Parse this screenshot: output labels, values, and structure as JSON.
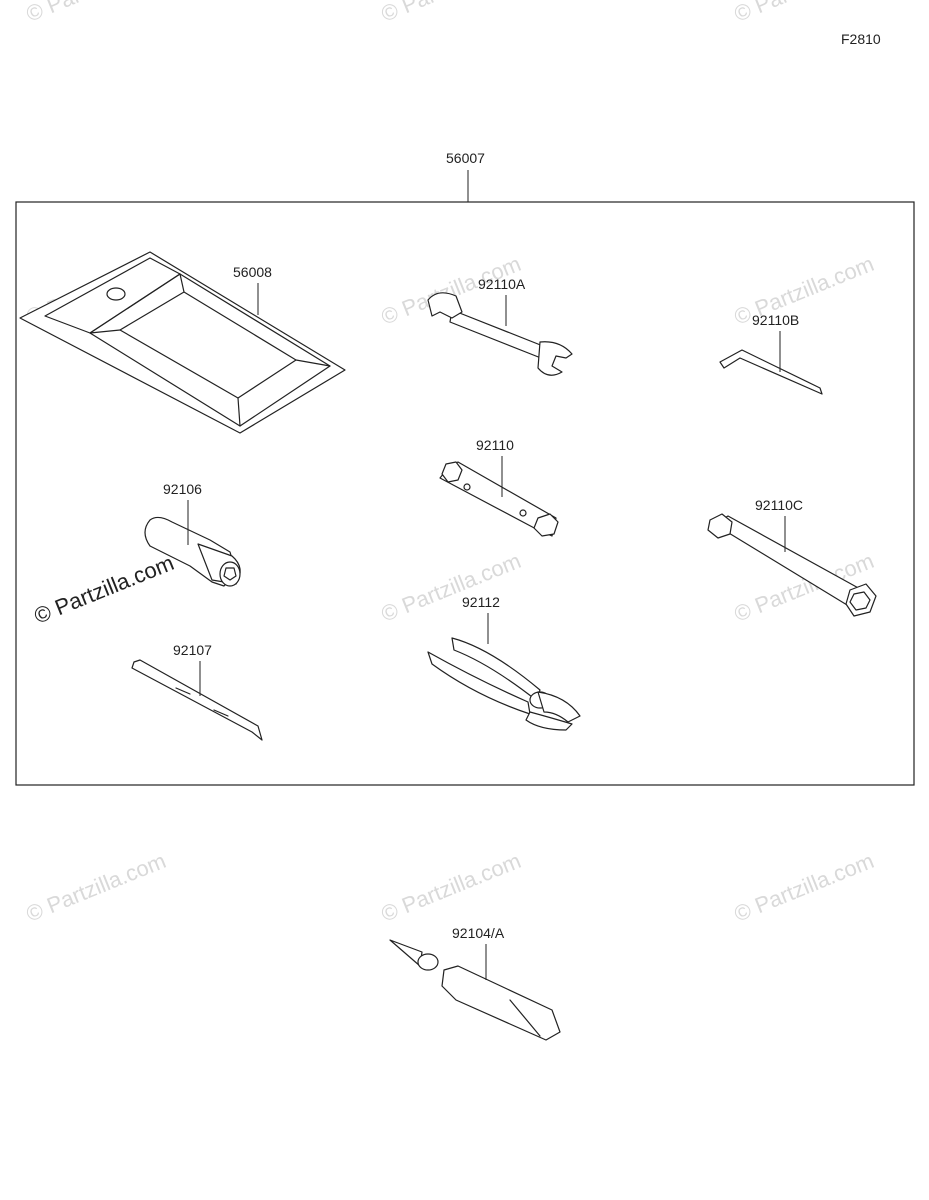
{
  "figure_code": "F2810",
  "kit": {
    "part_number": "56007"
  },
  "parts": [
    {
      "id": "bag",
      "number": "56008",
      "icon": "tool-bag-icon"
    },
    {
      "id": "wrench",
      "number": "92110A",
      "icon": "open-end-wrench-icon"
    },
    {
      "id": "hex",
      "number": "92110B",
      "icon": "hex-key-icon"
    },
    {
      "id": "socket",
      "number": "92110",
      "icon": "socket-wrench-icon"
    },
    {
      "id": "handle",
      "number": "92106",
      "icon": "screwdriver-handle-icon"
    },
    {
      "id": "plug",
      "number": "92110C",
      "icon": "plug-wrench-icon"
    },
    {
      "id": "bit",
      "number": "92107",
      "icon": "screwdriver-bit-icon"
    },
    {
      "id": "pliers",
      "number": "92112",
      "icon": "pliers-icon"
    },
    {
      "id": "grease",
      "number": "92104/A",
      "icon": "grease-tube-icon"
    }
  ],
  "watermark": {
    "text": "© Partzilla.com"
  }
}
